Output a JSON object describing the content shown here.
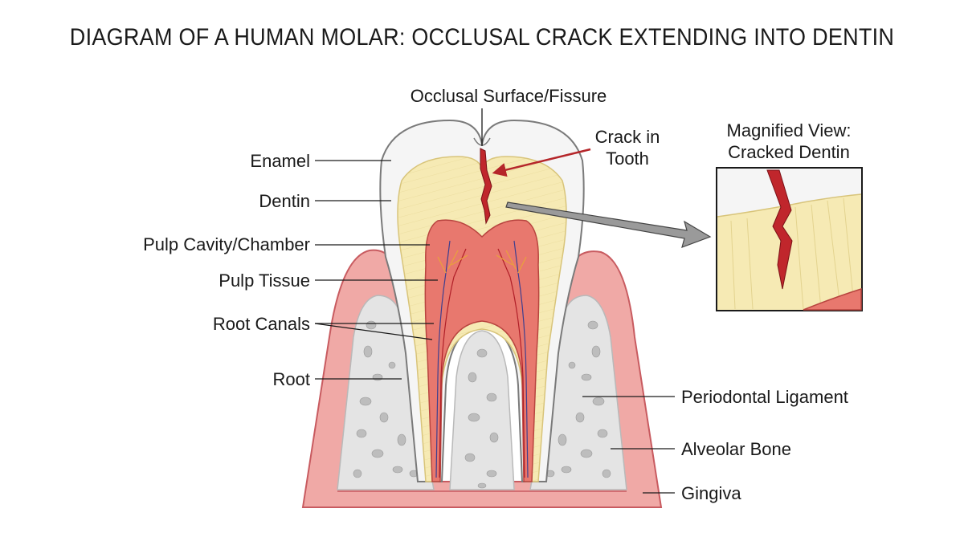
{
  "title": "DIAGRAM OF A HUMAN MOLAR: OCCLUSAL CRACK EXTENDING INTO DENTIN",
  "labels": {
    "occlusal": "Occlusal Surface/Fissure",
    "crack_line1": "Crack in",
    "crack_line2": "Tooth",
    "enamel": "Enamel",
    "dentin": "Dentin",
    "pulp_cavity": "Pulp Cavity/Chamber",
    "pulp_tissue": "Pulp Tissue",
    "root_canals": "Root Canals",
    "root": "Root",
    "periodontal": "Periodontal Ligament",
    "alveolar": "Alveolar Bone",
    "gingiva": "Gingiva"
  },
  "inset": {
    "title_line1": "Magnified View:",
    "title_line2": "Cracked Dentin"
  },
  "colors": {
    "enamel": "#f7f7f7",
    "dentin": "#f6eab4",
    "pulp": "#e8786e",
    "crack": "#c0262c",
    "gingiva": "#f0a9a6",
    "bone": "#e6e6e6"
  }
}
